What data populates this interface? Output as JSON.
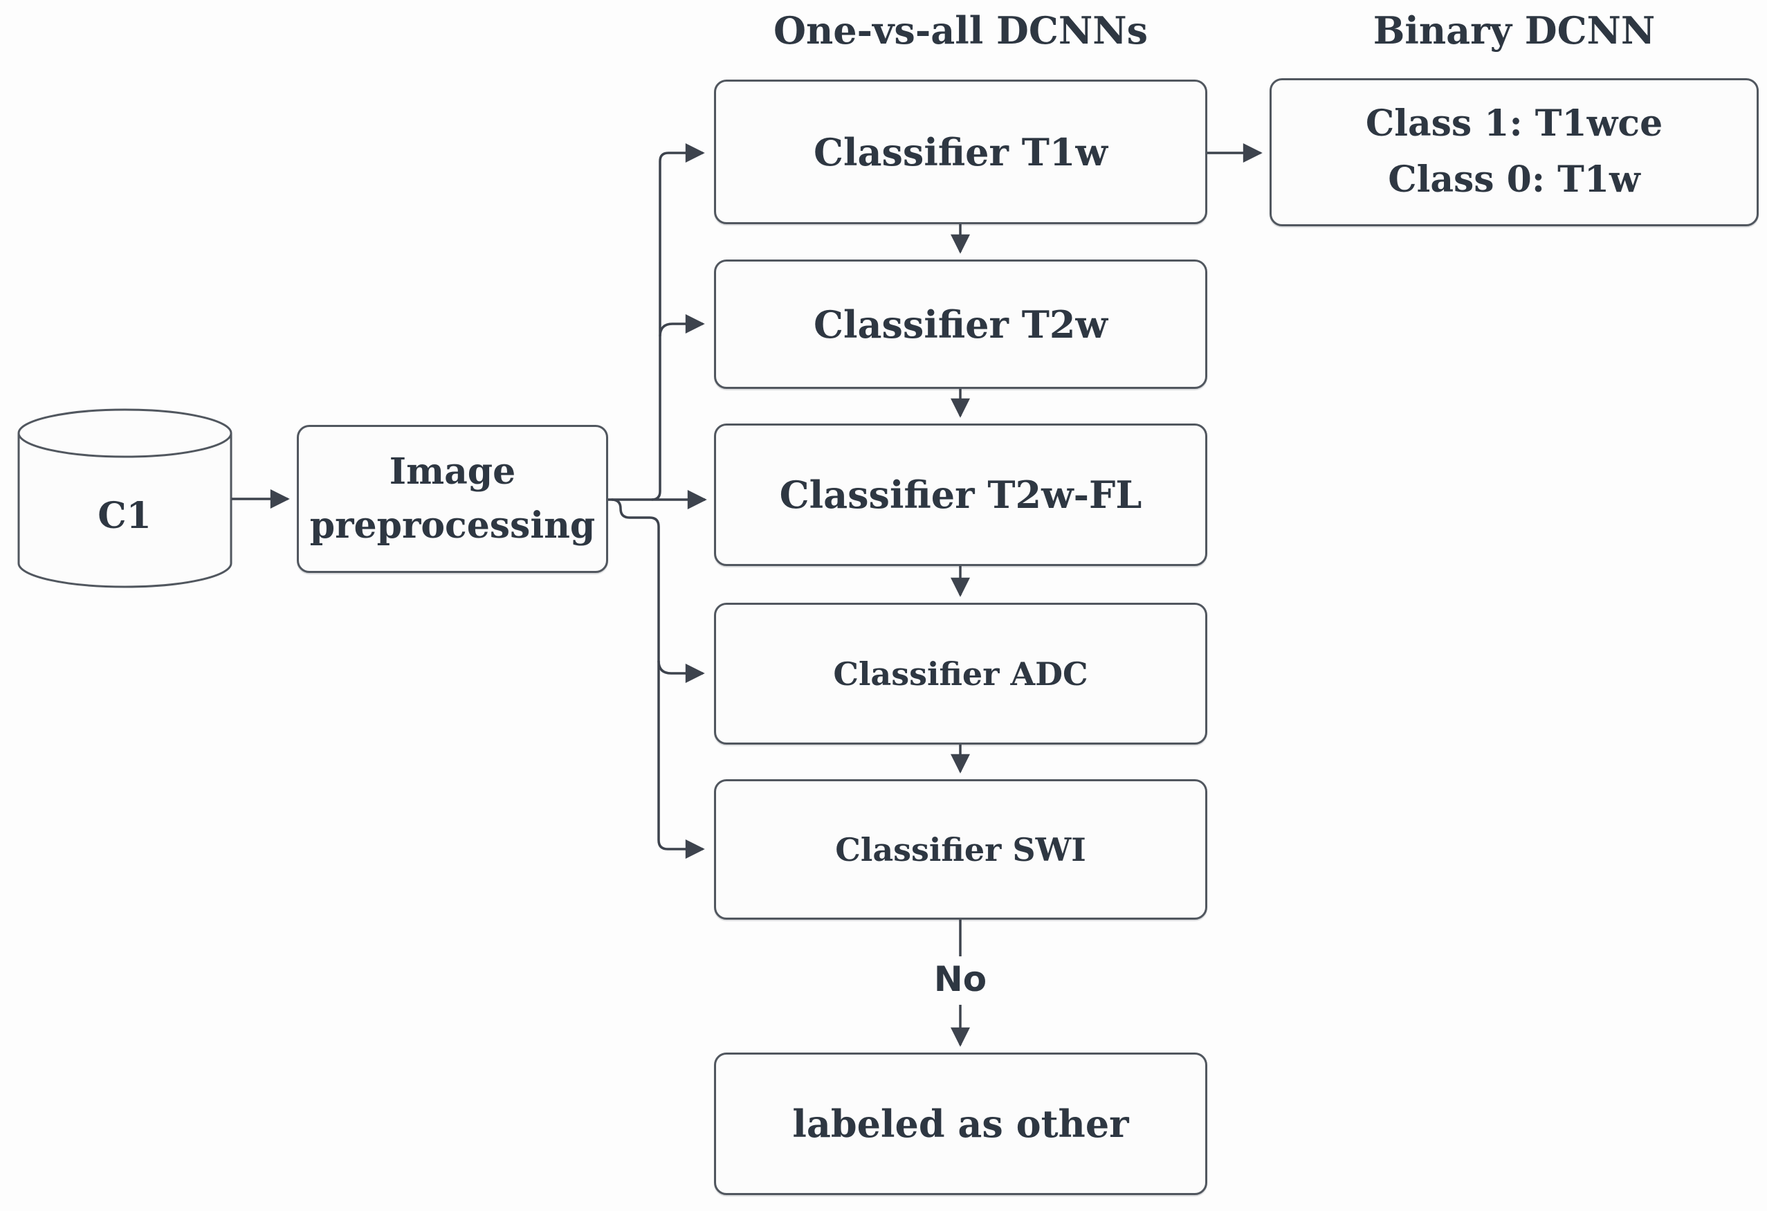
{
  "colors": {
    "background": "#fdfdfd",
    "fill": "#fcfcfc",
    "line": "#3d434d",
    "border": "#51575f",
    "text": "#2e3742"
  },
  "headers": {
    "one_vs_all": "One-vs-all DCNNs",
    "binary": "Binary DCNN"
  },
  "nodes": {
    "c1": {
      "label": "C1"
    },
    "preprocessing": {
      "line1": "Image",
      "line2": "preprocessing"
    },
    "t1w": {
      "label": "Classifier T1w"
    },
    "t2w": {
      "label": "Classifier T2w"
    },
    "t2wfl": {
      "label": "Classifier T2w-FL"
    },
    "adc": {
      "label": "Classifier ADC"
    },
    "swi": {
      "label": "Classifier SWI"
    },
    "binary_out": {
      "line1": "Class 1: T1wce",
      "line2": "Class 0: T1w"
    },
    "other": {
      "label": "labeled as other"
    }
  },
  "edges": {
    "no_label": "No"
  }
}
